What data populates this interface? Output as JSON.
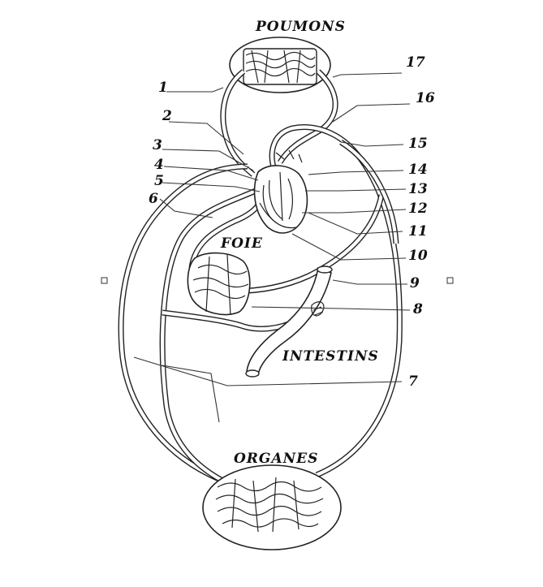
{
  "labels": {
    "lungs": "POUMONS",
    "liver": "FOIE",
    "intestine": "INTESTINS",
    "organs": "ORGANES"
  },
  "numbers": [
    "1",
    "2",
    "3",
    "4",
    "5",
    "6",
    "7",
    "8",
    "9",
    "10",
    "11",
    "12",
    "13",
    "14",
    "15",
    "16",
    "17"
  ]
}
